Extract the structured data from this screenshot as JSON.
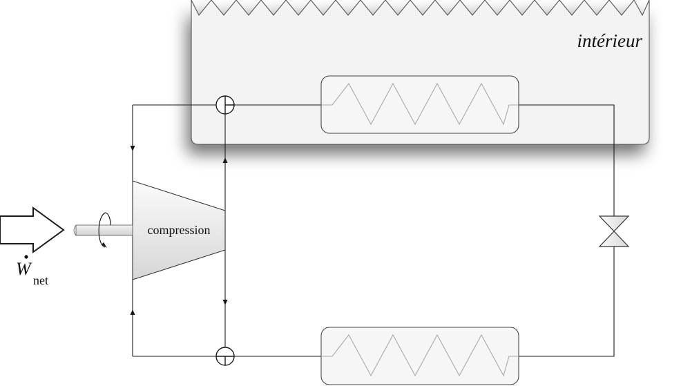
{
  "diagram": {
    "zone_label": "intérieur",
    "compressor_label": "compression",
    "work_symbol": "W",
    "work_subscript": "net"
  },
  "colors": {
    "line": "#1a1a1a",
    "zone_fill": "#f3f3f3",
    "zone_border": "#555555",
    "component_fill": "#f6f6f6",
    "component_border": "#444444",
    "coil_stroke": "#a8a8a8",
    "shadow": "#9a9a9a"
  }
}
